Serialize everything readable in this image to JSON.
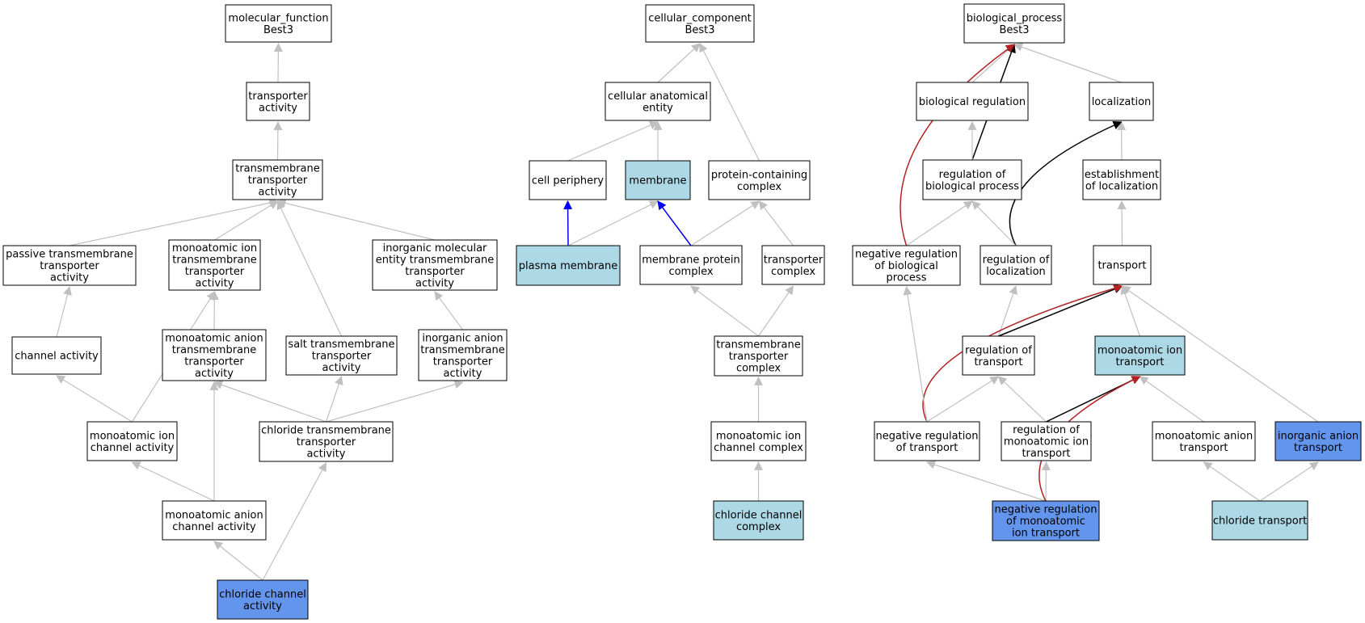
{
  "colors": {
    "node_fill_white": "#ffffff",
    "node_fill_light": "#add8e6",
    "node_fill_strong": "#6495ed",
    "edge_gray": "#c0c0c0",
    "edge_black": "#000000",
    "edge_blue": "#0000ee",
    "edge_red": "#b22222"
  },
  "nodes": {
    "mf_root": {
      "lines": [
        "molecular_function",
        "Best3"
      ],
      "fill": "white"
    },
    "transporter_activity": {
      "lines": [
        "transporter",
        "activity"
      ],
      "fill": "white"
    },
    "tm_transporter_activity": {
      "lines": [
        "transmembrane",
        "transporter",
        "activity"
      ],
      "fill": "white"
    },
    "passive_tm": {
      "lines": [
        "passive transmembrane",
        "transporter",
        "activity"
      ],
      "fill": "white"
    },
    "mono_ion_tm": {
      "lines": [
        "monoatomic ion",
        "transmembrane",
        "transporter",
        "activity"
      ],
      "fill": "white"
    },
    "inorg_mol_tm": {
      "lines": [
        "inorganic molecular",
        "entity transmembrane",
        "transporter",
        "activity"
      ],
      "fill": "white"
    },
    "channel_activity": {
      "lines": [
        "channel activity"
      ],
      "fill": "white"
    },
    "mono_anion_tm": {
      "lines": [
        "monoatomic anion",
        "transmembrane",
        "transporter",
        "activity"
      ],
      "fill": "white"
    },
    "salt_tm": {
      "lines": [
        "salt transmembrane",
        "transporter",
        "activity"
      ],
      "fill": "white"
    },
    "inorg_anion_tm": {
      "lines": [
        "inorganic anion",
        "transmembrane",
        "transporter",
        "activity"
      ],
      "fill": "white"
    },
    "mono_ion_channel": {
      "lines": [
        "monoatomic ion",
        "channel activity"
      ],
      "fill": "white"
    },
    "chloride_tm": {
      "lines": [
        "chloride transmembrane",
        "transporter",
        "activity"
      ],
      "fill": "white"
    },
    "mono_anion_channel": {
      "lines": [
        "monoatomic anion",
        "channel activity"
      ],
      "fill": "white"
    },
    "chloride_channel_activity": {
      "lines": [
        "chloride channel",
        "activity"
      ],
      "fill": "strong"
    },
    "cc_root": {
      "lines": [
        "cellular_component",
        "Best3"
      ],
      "fill": "white"
    },
    "cell_anat_entity": {
      "lines": [
        "cellular anatomical",
        "entity"
      ],
      "fill": "white"
    },
    "cell_periphery": {
      "lines": [
        "cell periphery"
      ],
      "fill": "white"
    },
    "membrane": {
      "lines": [
        "membrane"
      ],
      "fill": "light"
    },
    "protein_complex": {
      "lines": [
        "protein-containing",
        "complex"
      ],
      "fill": "white"
    },
    "plasma_membrane": {
      "lines": [
        "plasma membrane"
      ],
      "fill": "light"
    },
    "membrane_protein_complex": {
      "lines": [
        "membrane protein",
        "complex"
      ],
      "fill": "white"
    },
    "transporter_complex": {
      "lines": [
        "transporter",
        "complex"
      ],
      "fill": "white"
    },
    "tm_transporter_complex": {
      "lines": [
        "transmembrane",
        "transporter",
        "complex"
      ],
      "fill": "white"
    },
    "mono_ion_channel_complex": {
      "lines": [
        "monoatomic ion",
        "channel complex"
      ],
      "fill": "white"
    },
    "chloride_channel_complex": {
      "lines": [
        "chloride channel",
        "complex"
      ],
      "fill": "light"
    },
    "bp_root": {
      "lines": [
        "biological_process",
        "Best3"
      ],
      "fill": "white"
    },
    "bio_regulation": {
      "lines": [
        "biological regulation"
      ],
      "fill": "white"
    },
    "localization": {
      "lines": [
        "localization"
      ],
      "fill": "white"
    },
    "reg_bio_process": {
      "lines": [
        "regulation of",
        "biological process"
      ],
      "fill": "white"
    },
    "estab_localization": {
      "lines": [
        "establishment",
        "of localization"
      ],
      "fill": "white"
    },
    "neg_reg_bio_process": {
      "lines": [
        "negative regulation",
        "of biological",
        "process"
      ],
      "fill": "white"
    },
    "reg_localization": {
      "lines": [
        "regulation of",
        "localization"
      ],
      "fill": "white"
    },
    "transport": {
      "lines": [
        "transport"
      ],
      "fill": "white"
    },
    "reg_transport": {
      "lines": [
        "regulation of",
        "transport"
      ],
      "fill": "white"
    },
    "mono_ion_transport": {
      "lines": [
        "monoatomic ion",
        "transport"
      ],
      "fill": "light"
    },
    "neg_reg_transport": {
      "lines": [
        "negative regulation",
        "of transport"
      ],
      "fill": "white"
    },
    "reg_mono_ion_transport": {
      "lines": [
        "regulation of",
        "monoatomic ion",
        "transport"
      ],
      "fill": "white"
    },
    "mono_anion_transport": {
      "lines": [
        "monoatomic anion",
        "transport"
      ],
      "fill": "white"
    },
    "inorg_anion_transport": {
      "lines": [
        "inorganic anion",
        "transport"
      ],
      "fill": "strong"
    },
    "neg_reg_mono_ion_transport": {
      "lines": [
        "negative regulation",
        "of monoatomic",
        "ion transport"
      ],
      "fill": "strong"
    },
    "chloride_transport": {
      "lines": [
        "chloride transport"
      ],
      "fill": "light"
    }
  },
  "edges": [
    {
      "from": "transporter_activity",
      "to": "mf_root",
      "color": "gray"
    },
    {
      "from": "tm_transporter_activity",
      "to": "transporter_activity",
      "color": "gray"
    },
    {
      "from": "passive_tm",
      "to": "tm_transporter_activity",
      "color": "gray"
    },
    {
      "from": "mono_ion_tm",
      "to": "tm_transporter_activity",
      "color": "gray"
    },
    {
      "from": "inorg_mol_tm",
      "to": "tm_transporter_activity",
      "color": "gray"
    },
    {
      "from": "salt_tm",
      "to": "tm_transporter_activity",
      "color": "gray"
    },
    {
      "from": "channel_activity",
      "to": "passive_tm",
      "color": "gray"
    },
    {
      "from": "mono_anion_tm",
      "to": "mono_ion_tm",
      "color": "gray"
    },
    {
      "from": "mono_ion_channel",
      "to": "mono_ion_tm",
      "color": "gray"
    },
    {
      "from": "inorg_anion_tm",
      "to": "inorg_mol_tm",
      "color": "gray"
    },
    {
      "from": "mono_ion_channel",
      "to": "channel_activity",
      "color": "gray"
    },
    {
      "from": "chloride_tm",
      "to": "mono_anion_tm",
      "color": "gray"
    },
    {
      "from": "chloride_tm",
      "to": "salt_tm",
      "color": "gray"
    },
    {
      "from": "chloride_tm",
      "to": "inorg_anion_tm",
      "color": "gray"
    },
    {
      "from": "mono_anion_channel",
      "to": "mono_ion_channel",
      "color": "gray"
    },
    {
      "from": "mono_anion_channel",
      "to": "mono_anion_tm",
      "color": "gray"
    },
    {
      "from": "chloride_channel_activity",
      "to": "mono_anion_channel",
      "color": "gray"
    },
    {
      "from": "chloride_channel_activity",
      "to": "chloride_tm",
      "color": "gray"
    },
    {
      "from": "cell_anat_entity",
      "to": "cc_root",
      "color": "gray"
    },
    {
      "from": "protein_complex",
      "to": "cc_root",
      "color": "gray"
    },
    {
      "from": "cell_periphery",
      "to": "cell_anat_entity",
      "color": "gray"
    },
    {
      "from": "membrane",
      "to": "cell_anat_entity",
      "color": "gray"
    },
    {
      "from": "plasma_membrane",
      "to": "cell_periphery",
      "color": "blue"
    },
    {
      "from": "plasma_membrane",
      "to": "membrane",
      "color": "gray"
    },
    {
      "from": "membrane_protein_complex",
      "to": "membrane",
      "color": "blue"
    },
    {
      "from": "membrane_protein_complex",
      "to": "protein_complex",
      "color": "gray"
    },
    {
      "from": "transporter_complex",
      "to": "protein_complex",
      "color": "gray"
    },
    {
      "from": "tm_transporter_complex",
      "to": "membrane_protein_complex",
      "color": "gray"
    },
    {
      "from": "tm_transporter_complex",
      "to": "transporter_complex",
      "color": "gray"
    },
    {
      "from": "mono_ion_channel_complex",
      "to": "tm_transporter_complex",
      "color": "gray"
    },
    {
      "from": "chloride_channel_complex",
      "to": "mono_ion_channel_complex",
      "color": "gray"
    },
    {
      "from": "bio_regulation",
      "to": "bp_root",
      "color": "gray"
    },
    {
      "from": "localization",
      "to": "bp_root",
      "color": "gray"
    },
    {
      "from": "reg_bio_process",
      "to": "bp_root",
      "color": "black"
    },
    {
      "from": "neg_reg_bio_process",
      "to": "bp_root",
      "color": "red"
    },
    {
      "from": "reg_bio_process",
      "to": "bio_regulation",
      "color": "gray"
    },
    {
      "from": "estab_localization",
      "to": "localization",
      "color": "gray"
    },
    {
      "from": "reg_localization",
      "to": "localization",
      "color": "black"
    },
    {
      "from": "neg_reg_bio_process",
      "to": "reg_bio_process",
      "color": "gray"
    },
    {
      "from": "reg_localization",
      "to": "reg_bio_process",
      "color": "gray"
    },
    {
      "from": "transport",
      "to": "estab_localization",
      "color": "gray"
    },
    {
      "from": "reg_transport",
      "to": "reg_localization",
      "color": "gray"
    },
    {
      "from": "reg_transport",
      "to": "transport",
      "color": "black"
    },
    {
      "from": "neg_reg_transport",
      "to": "transport",
      "color": "red"
    },
    {
      "from": "mono_ion_transport",
      "to": "transport",
      "color": "gray"
    },
    {
      "from": "inorg_anion_transport",
      "to": "transport",
      "color": "gray"
    },
    {
      "from": "neg_reg_transport",
      "to": "neg_reg_bio_process",
      "color": "gray"
    },
    {
      "from": "neg_reg_transport",
      "to": "reg_transport",
      "color": "gray"
    },
    {
      "from": "reg_mono_ion_transport",
      "to": "reg_transport",
      "color": "gray"
    },
    {
      "from": "reg_mono_ion_transport",
      "to": "mono_ion_transport",
      "color": "black"
    },
    {
      "from": "mono_anion_transport",
      "to": "mono_ion_transport",
      "color": "gray"
    },
    {
      "from": "neg_reg_mono_ion_transport",
      "to": "neg_reg_transport",
      "color": "gray"
    },
    {
      "from": "neg_reg_mono_ion_transport",
      "to": "reg_mono_ion_transport",
      "color": "gray"
    },
    {
      "from": "neg_reg_mono_ion_transport",
      "to": "mono_ion_transport",
      "color": "red"
    },
    {
      "from": "chloride_transport",
      "to": "mono_anion_transport",
      "color": "gray"
    },
    {
      "from": "chloride_transport",
      "to": "inorg_anion_transport",
      "color": "gray"
    }
  ]
}
